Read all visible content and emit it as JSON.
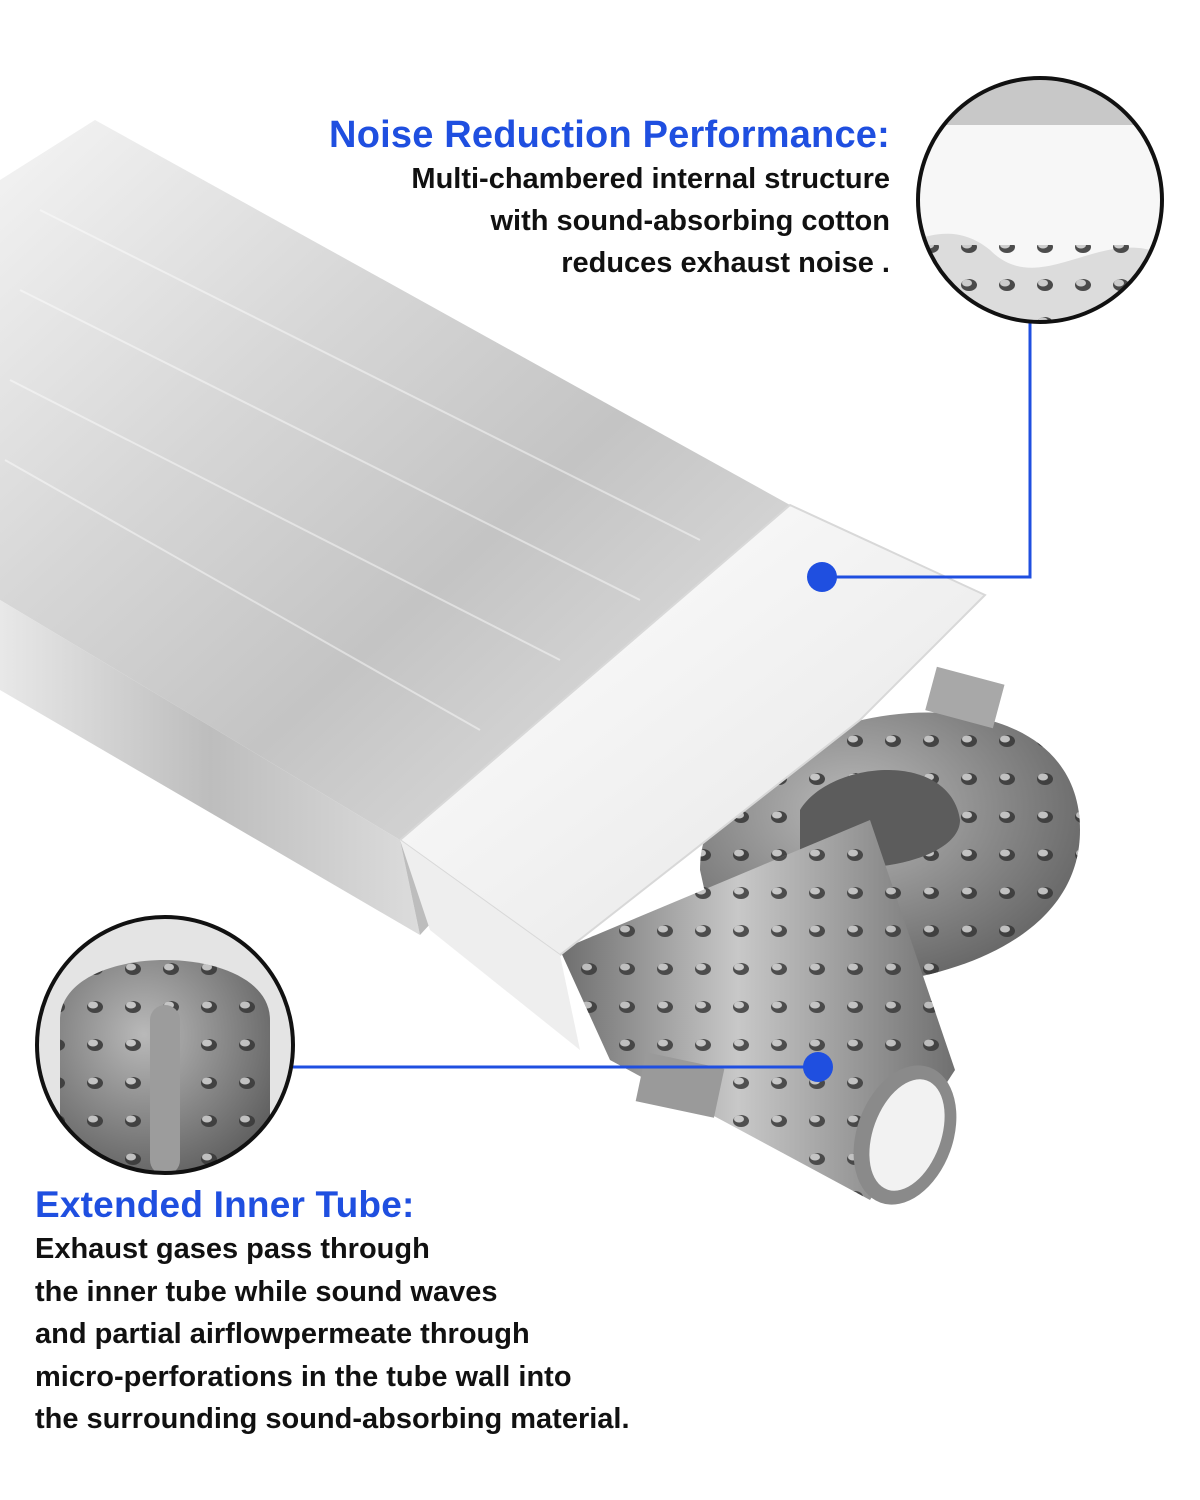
{
  "accent_color": "#1f4fe0",
  "text_color": "#111111",
  "callouts": {
    "noise_reduction": {
      "heading": "Noise Reduction Performance:",
      "lines": [
        "Multi-chambered internal structure",
        "with sound-absorbing cotton",
        "reduces exhaust noise ."
      ],
      "inset_subject": "sound-absorbing cotton over perforated tube"
    },
    "inner_tube": {
      "heading": "Extended Inner Tube:",
      "lines": [
        "Exhaust gases pass through",
        "the inner tube while sound waves",
        "and partial airflowpermeate through",
        "micro-perforations in the tube wall into",
        "the surrounding sound-absorbing material."
      ],
      "inset_subject": "perforated U-bend inner tube"
    }
  }
}
